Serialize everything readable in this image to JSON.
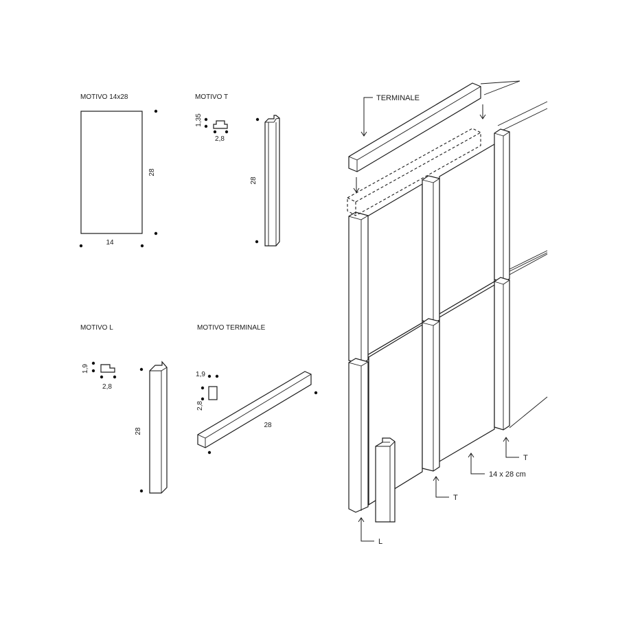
{
  "panels": {
    "motivo_14x28": {
      "title": "MOTIVO 14x28",
      "width": "14",
      "height": "28"
    },
    "motivo_t": {
      "title": "MOTIVO T",
      "depth": "1,35",
      "width": "2,8",
      "length": "28"
    },
    "motivo_l": {
      "title": "MOTIVO L",
      "depth": "1,9",
      "width": "2,8",
      "length": "28"
    },
    "motivo_terminale": {
      "title": "MOTIVO TERMINALE",
      "depth": "1,9",
      "height": "2,8",
      "length": "28"
    }
  },
  "assembly": {
    "terminale": "TERMINALE",
    "t_top": "T",
    "t_bottom": "T",
    "l": "L",
    "tile_size": "14 x 28 cm"
  }
}
